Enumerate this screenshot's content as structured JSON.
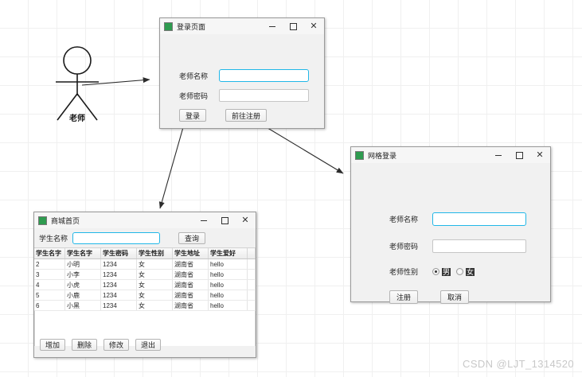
{
  "diagram": {
    "actor_label": "老师",
    "watermark": "CSDN @LJT_1314520"
  },
  "login_window": {
    "title": "登录页面",
    "icon": "app-icon",
    "minimize": "−",
    "maximize": "□",
    "close": "✕",
    "fields": [
      {
        "label": "老师名称",
        "value": "",
        "placeholder": "",
        "focused": true
      },
      {
        "label": "老师密码",
        "value": "",
        "placeholder": "",
        "focused": false
      }
    ],
    "buttons": [
      {
        "label": "登录"
      },
      {
        "label": "前往注册"
      }
    ]
  },
  "register_window": {
    "title": "网格登录",
    "icon": "app-icon",
    "minimize": "−",
    "maximize": "□",
    "close": "✕",
    "fields": [
      {
        "label": "老师名称",
        "value": "",
        "placeholder": "",
        "focused": true
      },
      {
        "label": "老师密码",
        "value": "",
        "placeholder": "",
        "focused": false
      }
    ],
    "gender": {
      "label": "老师性别",
      "options": [
        {
          "label": "男",
          "checked": true
        },
        {
          "label": "女",
          "checked": false
        }
      ]
    },
    "buttons": [
      {
        "label": "注册"
      },
      {
        "label": "取消"
      }
    ]
  },
  "table_window": {
    "title": "商城首页",
    "icon": "app-icon",
    "minimize": "−",
    "maximize": "□",
    "close": "✕",
    "search": {
      "label": "学生名称",
      "value": "",
      "placeholder": "",
      "button_label": "查询"
    },
    "columns": [
      "学生名字",
      "学生名字",
      "学生密码",
      "学生性别",
      "学生地址",
      "学生爱好",
      ""
    ],
    "rows": [
      [
        "2",
        "小明",
        "1234",
        "女",
        "湖南省",
        "hello",
        ""
      ],
      [
        "3",
        "小李",
        "1234",
        "女",
        "湖南省",
        "hello",
        ""
      ],
      [
        "4",
        "小虎",
        "1234",
        "女",
        "湖南省",
        "hello",
        ""
      ],
      [
        "5",
        "小鹿",
        "1234",
        "女",
        "湖南省",
        "hello",
        ""
      ],
      [
        "6",
        "小黑",
        "1234",
        "女",
        "湖南省",
        "hello",
        ""
      ]
    ],
    "buttons": [
      {
        "label": "增加"
      },
      {
        "label": "删除"
      },
      {
        "label": "修改"
      },
      {
        "label": "退出"
      }
    ]
  }
}
